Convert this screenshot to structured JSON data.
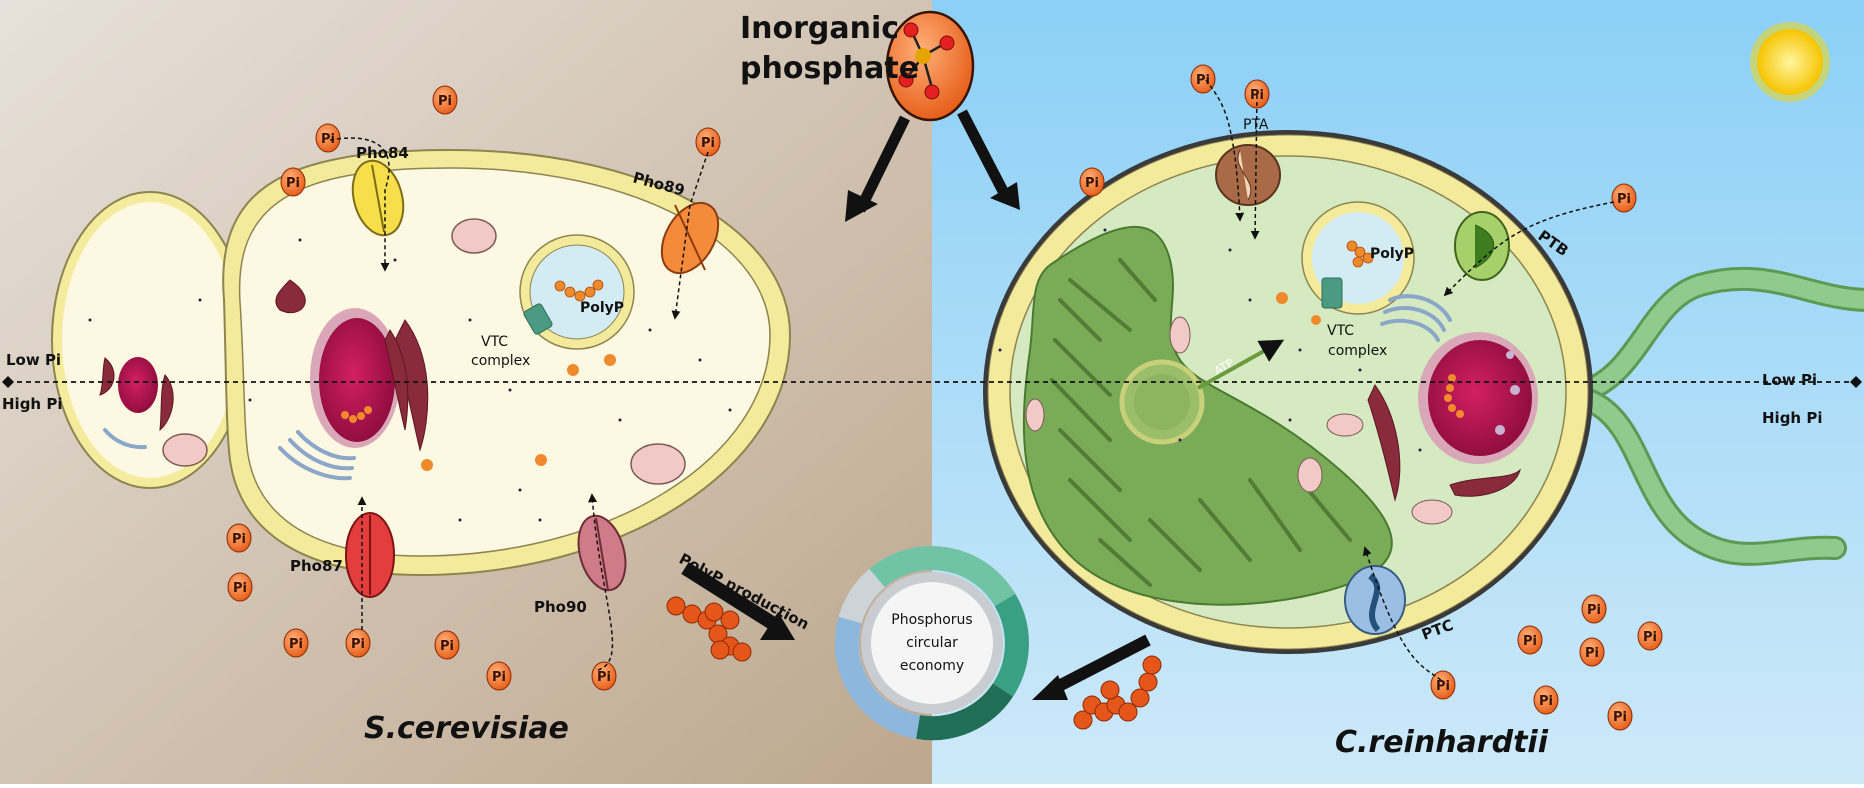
{
  "figure": {
    "inorganic_phosphate": [
      "Inorganic",
      "phosphate"
    ],
    "low_pi": "Low Pi",
    "high_pi": "High Pi",
    "phosphate_ion_label": "Pi",
    "polyp": "PolyP",
    "vtc": [
      "VTC",
      "complex"
    ],
    "atp": "ATP",
    "polyp_production": "PolyP production",
    "circular_economy": [
      "Phosphorus",
      "circular",
      "economy"
    ],
    "yeast": {
      "name": "S.cerevisiae",
      "transporters": [
        "Pho84",
        "Pho89",
        "Pho87",
        "Pho90"
      ]
    },
    "alga": {
      "name": "C.reinhardtii",
      "transporters": [
        "PTA",
        "PTB",
        "PTC"
      ]
    },
    "colors": {
      "left_background": "#c8b7a3",
      "right_background": "#a9d8f3",
      "phosphate_orange": "#e9611b",
      "membrane": "#f3e79a",
      "cytoplasm_yeast": "#fdf8e2",
      "cytoplasm_alga": "#d5e9bf",
      "chloroplast": "#74a64e",
      "nucleus": "#b1114f",
      "flagella": "#8fcb8c",
      "circle_green": "#3fae8a",
      "circle_blue": "#8db7dc"
    }
  }
}
